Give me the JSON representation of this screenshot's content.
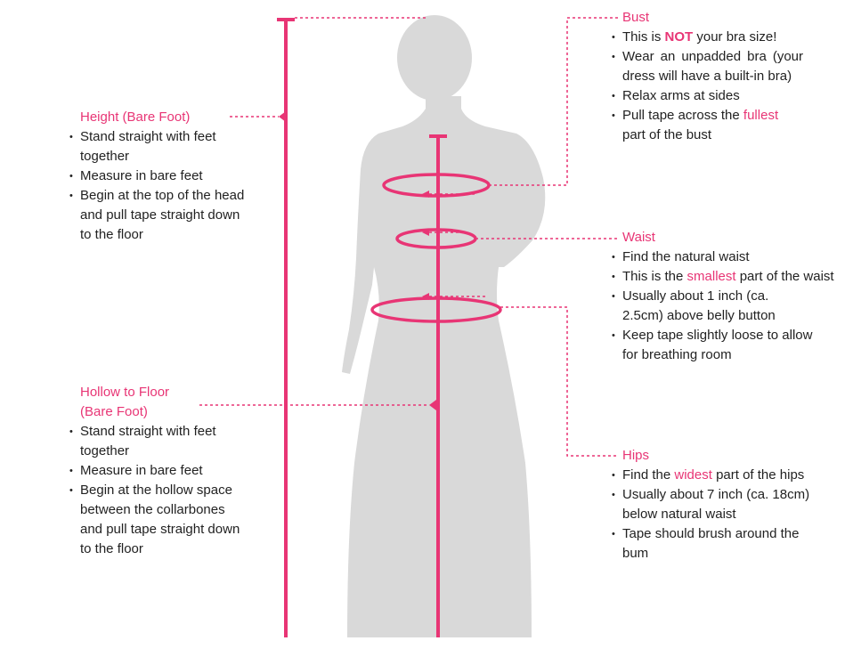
{
  "colors": {
    "accent": "#e83575",
    "silhouette": "#d9d9d9",
    "text": "#222222"
  },
  "sections": {
    "height": {
      "title": "Height (Bare Foot)",
      "items": [
        "Stand straight with feet together",
        "Measure in bare feet",
        "Begin at the top of the head and pull tape straight down to the floor"
      ]
    },
    "hollow": {
      "title_line1": "Hollow to Floor",
      "title_line2": "(Bare Foot)",
      "items": [
        "Stand straight with feet together",
        "Measure in bare feet",
        "Begin at the hollow space between the collarbones and pull tape straight down to the floor"
      ]
    },
    "bust": {
      "title": "Bust",
      "i1_pre": "This is ",
      "i1_hl": "NOT",
      "i1_post": " your bra size!",
      "i2": "Wear an unpadded bra (your dress will have a built-in bra)",
      "i3": "Relax arms at sides",
      "i4_pre": "Pull tape across the ",
      "i4_hl": "fullest",
      "i4_post": " part of the bust"
    },
    "waist": {
      "title": "Waist",
      "i1": "Find the natural waist",
      "i2_pre": "This is the ",
      "i2_hl": "smallest",
      "i2_post": " part of the waist",
      "i3": "Usually about 1 inch (ca. 2.5cm) above belly button",
      "i4": "Keep tape slightly loose to allow for breathing room"
    },
    "hips": {
      "title": "Hips",
      "i1_pre": "Find the ",
      "i1_hl": "widest",
      "i1_post": " part of the hips",
      "i2": "Usually about 7 inch (ca. 18cm) below natural waist",
      "i3": "Tape should brush around the bum"
    }
  }
}
